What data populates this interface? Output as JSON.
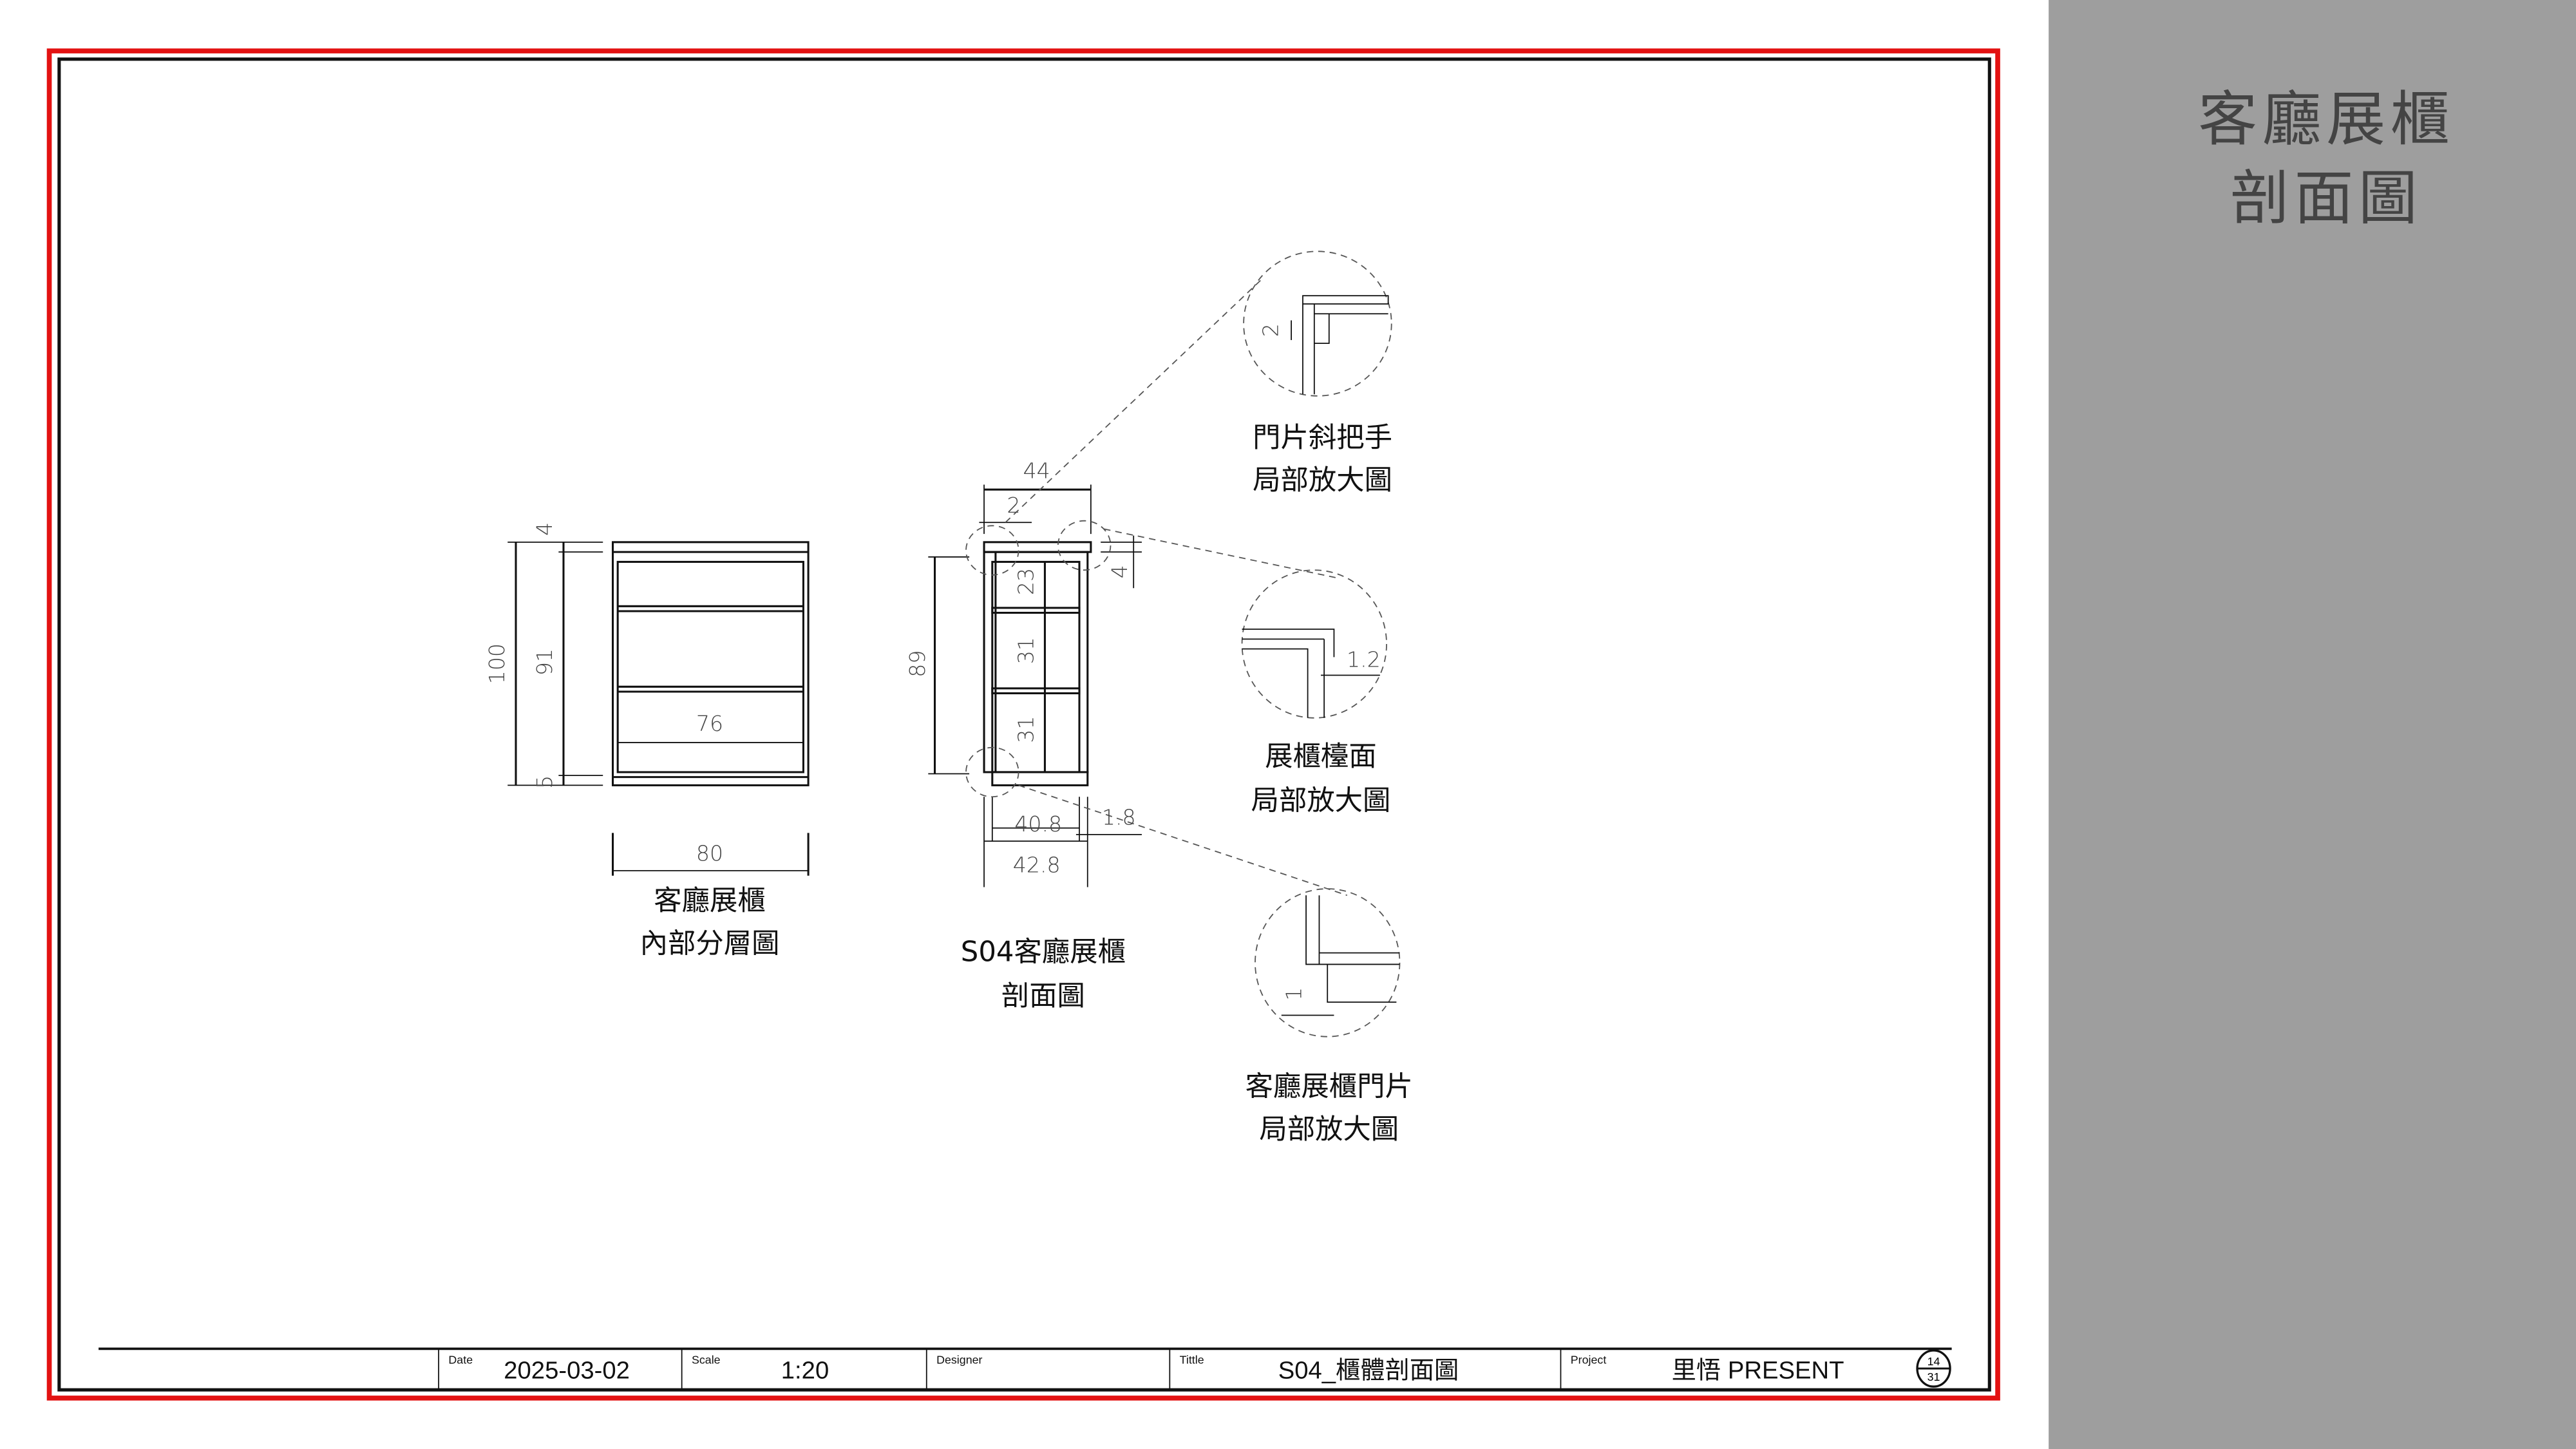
{
  "colors": {
    "frame": "#e31212",
    "sidebar": "#9e9e9e",
    "ink": "#111111"
  },
  "side_title": {
    "line1": "客廳展櫃",
    "line2": "剖面圖"
  },
  "elevation": {
    "dims": {
      "overall_height": "100",
      "inner_height": "91",
      "top": "4",
      "bottom": "5",
      "inner_width": "76",
      "overall_width": "80"
    },
    "caption": {
      "line1": "客廳展櫃",
      "line2": "內部分層圖"
    }
  },
  "section": {
    "dims": {
      "depth": "44",
      "door_offset": "2",
      "top_thickness": "4",
      "height": "89",
      "space_top": "23",
      "space_mid": "31",
      "space_bottom": "31",
      "inner_depth": "40.8",
      "door_thickness": "1.8",
      "body_depth": "42.8"
    },
    "caption": {
      "line1": "S04客廳展櫃",
      "line2": "剖面圖"
    }
  },
  "details": [
    {
      "dim": "2",
      "caption1": "門片斜把手",
      "caption2": "局部放大圖"
    },
    {
      "dim": "1.2",
      "caption1": "展櫃檯面",
      "caption2": "局部放大圖"
    },
    {
      "dim": "1",
      "caption1": "客廳展櫃門片",
      "caption2": "局部放大圖"
    }
  ],
  "title_block": {
    "date_label": "Date",
    "date": "2025-03-02",
    "scale_label": "Scale",
    "scale": "1:20",
    "designer_label": "Designer",
    "designer": "",
    "title_label": "Tittle",
    "title": "S04_櫃體剖面圖",
    "project_label": "Project",
    "project": "里悟 PRESENT",
    "page": "14",
    "total_pages": "31"
  }
}
